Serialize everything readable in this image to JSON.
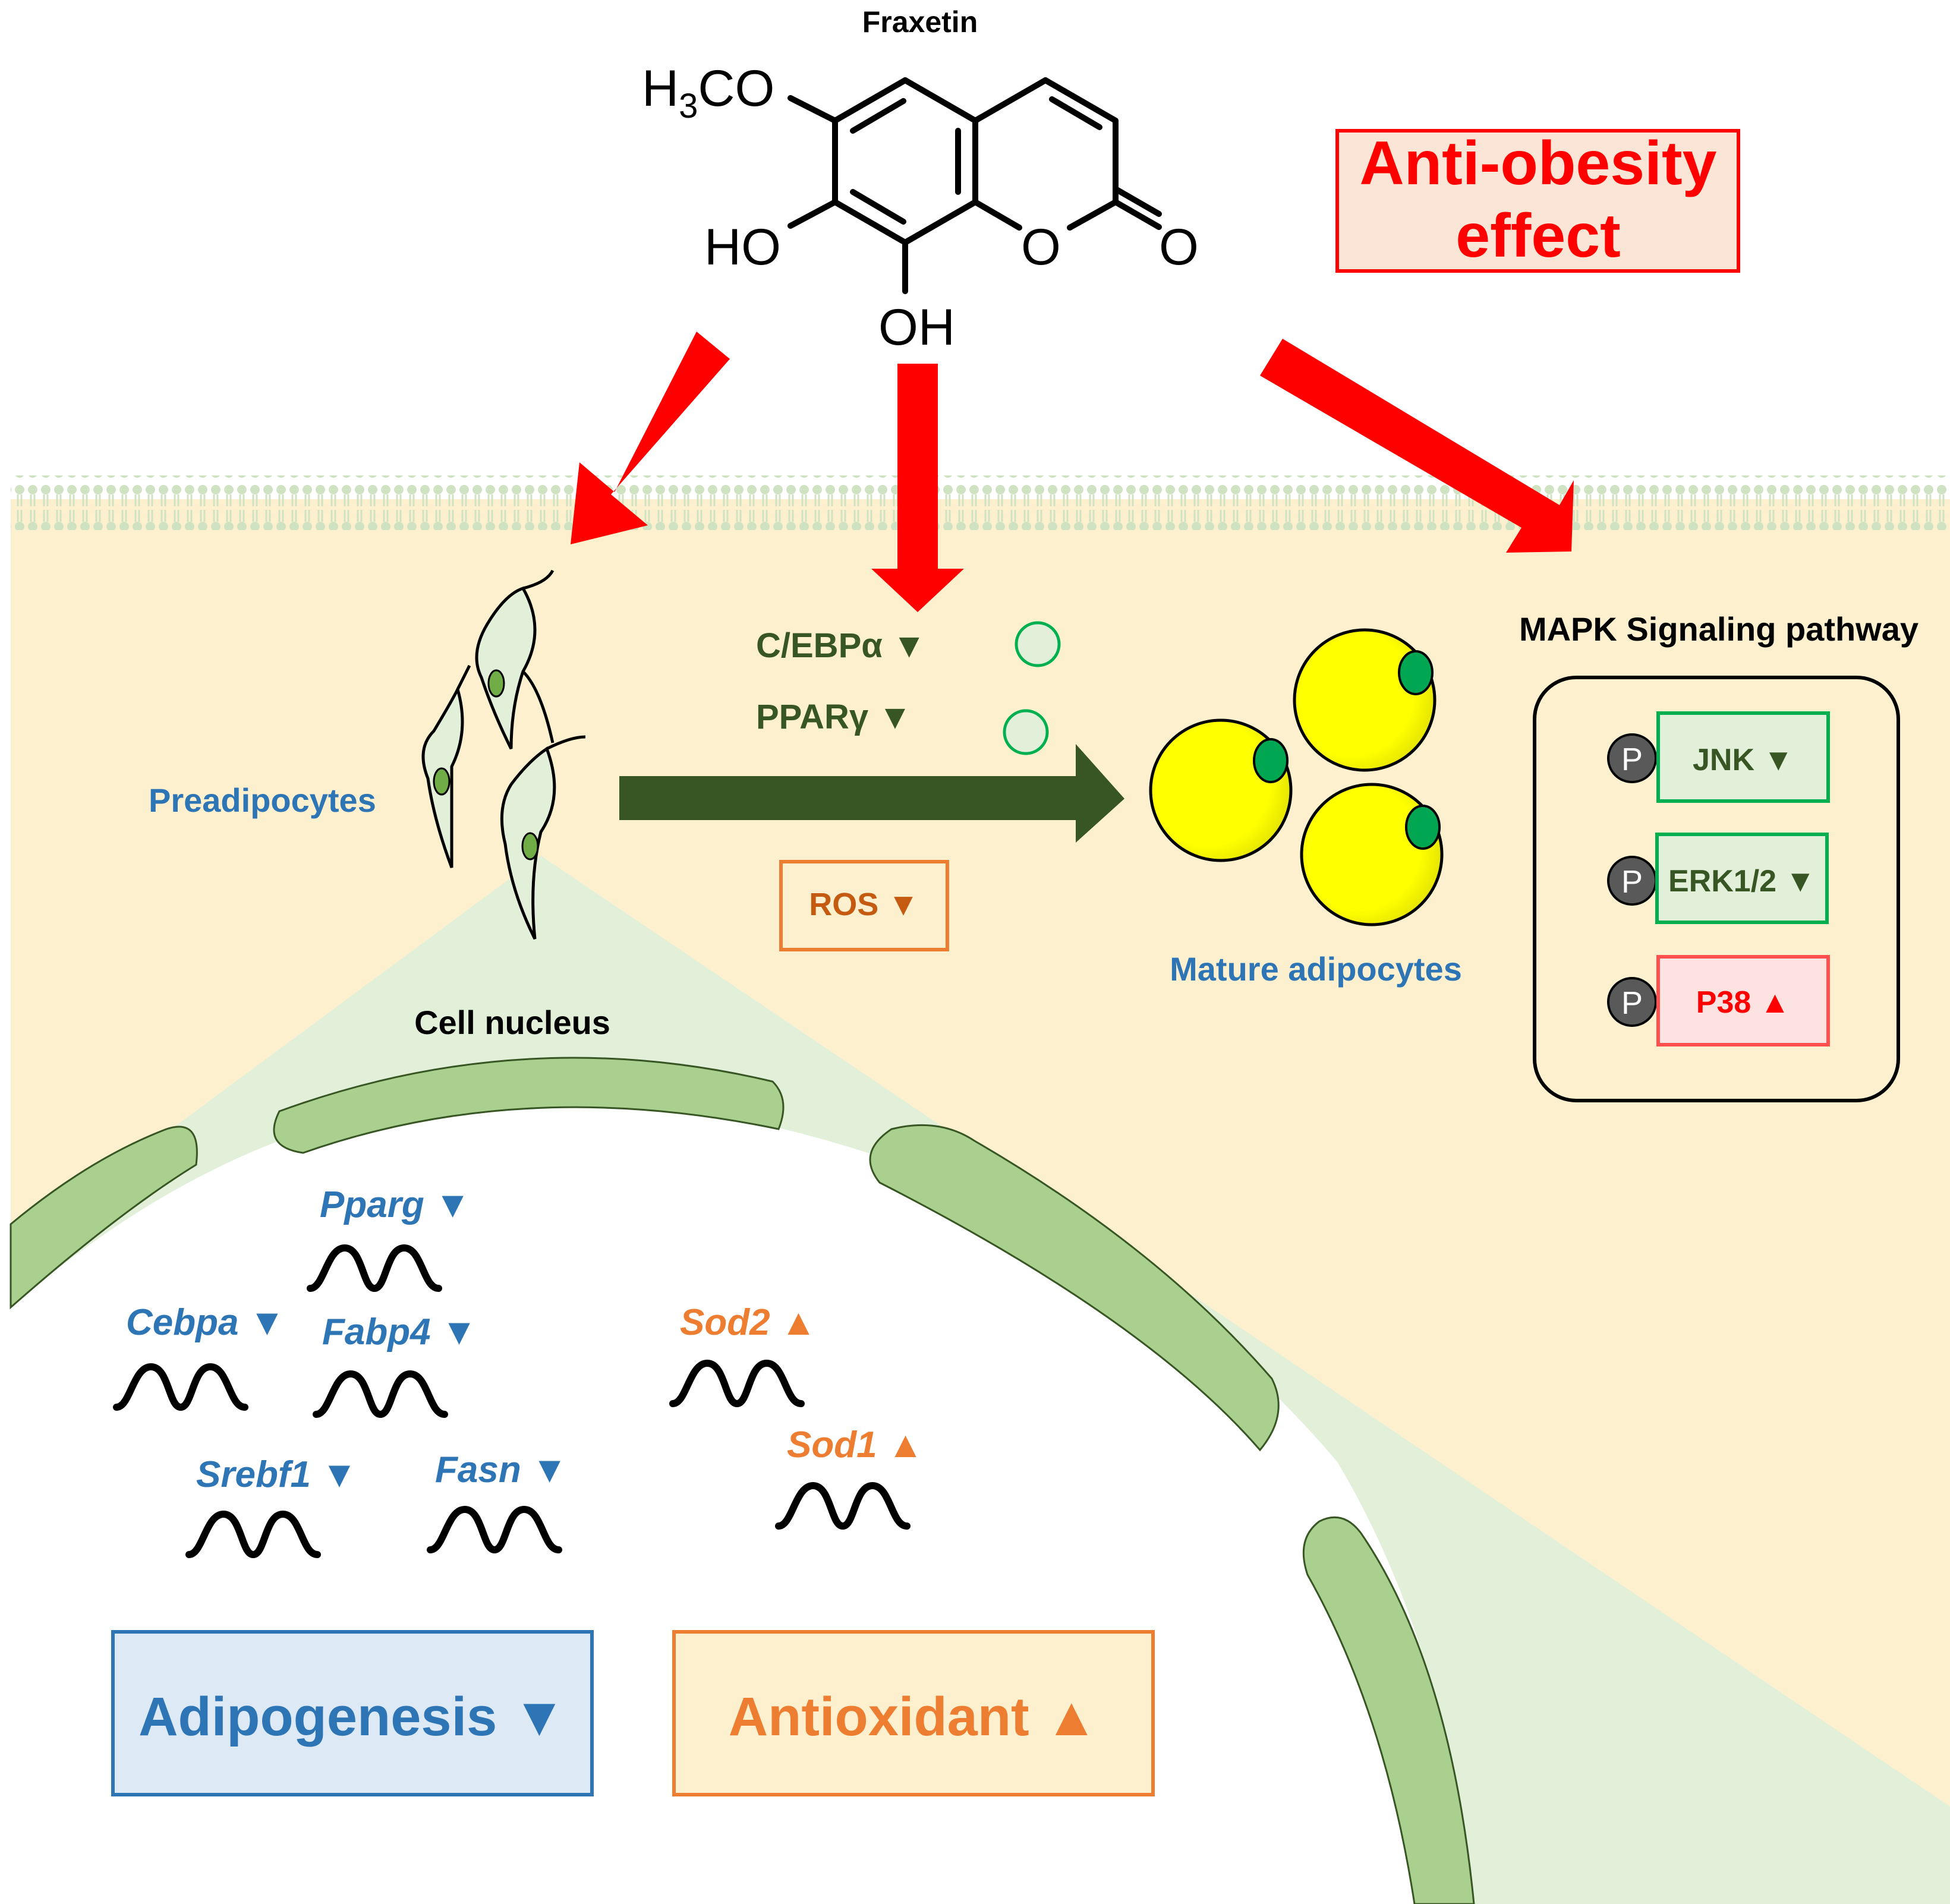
{
  "compound": {
    "name": "Fraxetin",
    "atoms": {
      "methoxy_main": "H",
      "methoxy_sub": "3",
      "methoxy_end": "CO",
      "hydroxyl_7": "HO",
      "hydroxyl_8": "OH",
      "ring_oxygen": "O",
      "carbonyl_oxygen": "O"
    }
  },
  "effect_box": {
    "line1": "Anti-obesity",
    "line2": "effect"
  },
  "cell": {
    "preadipocytes_label": "Preadipocytes",
    "mature_label": "Mature adipocytes",
    "factors": [
      {
        "label": "C/EBPα",
        "marker": "▼"
      },
      {
        "label": "PPARγ",
        "marker": "▼"
      }
    ],
    "ros": {
      "label": "ROS",
      "marker": "▼"
    },
    "nucleus_label": "Cell nucleus"
  },
  "mapk": {
    "title": "MAPK Signaling pathway",
    "phospho_symbol": "P",
    "items": [
      {
        "label": "JNK",
        "marker": "▼"
      },
      {
        "label": "ERK1/2",
        "marker": "▼"
      },
      {
        "label": "P38",
        "marker": "▲"
      }
    ]
  },
  "genes": {
    "pparg": {
      "label": "Pparg",
      "marker": "▼"
    },
    "cebpa": {
      "label": "Cebpa",
      "marker": "▼"
    },
    "fabp4": {
      "label": "Fabp4",
      "marker": "▼"
    },
    "srebf1": {
      "label": "Srebf1",
      "marker": "▼"
    },
    "fasn": {
      "label": "Fasn",
      "marker": "▼"
    },
    "sod2": {
      "label": "Sod2",
      "marker": "▲"
    },
    "sod1": {
      "label": "Sod1",
      "marker": "▲"
    }
  },
  "outcomes": {
    "adipogenesis": {
      "label": "Adipogenesis",
      "marker": "▼"
    },
    "antioxidant": {
      "label": "Antioxidant",
      "marker": "▲"
    }
  },
  "colors": {
    "cytoplasm": "#fdf0cf",
    "nucleus_zone": "#e2efd9",
    "nuclear_envelope": "#a9d08e",
    "arrow_red": "#ff0000",
    "arrow_green": "#375623",
    "down_green": "#375623",
    "gene_blue": "#2e75b6",
    "up_orange": "#ed7d31",
    "p38_red": "#ff0000",
    "lipid_yellow": "#ffff00",
    "nucleus_dot": "#00a651"
  }
}
